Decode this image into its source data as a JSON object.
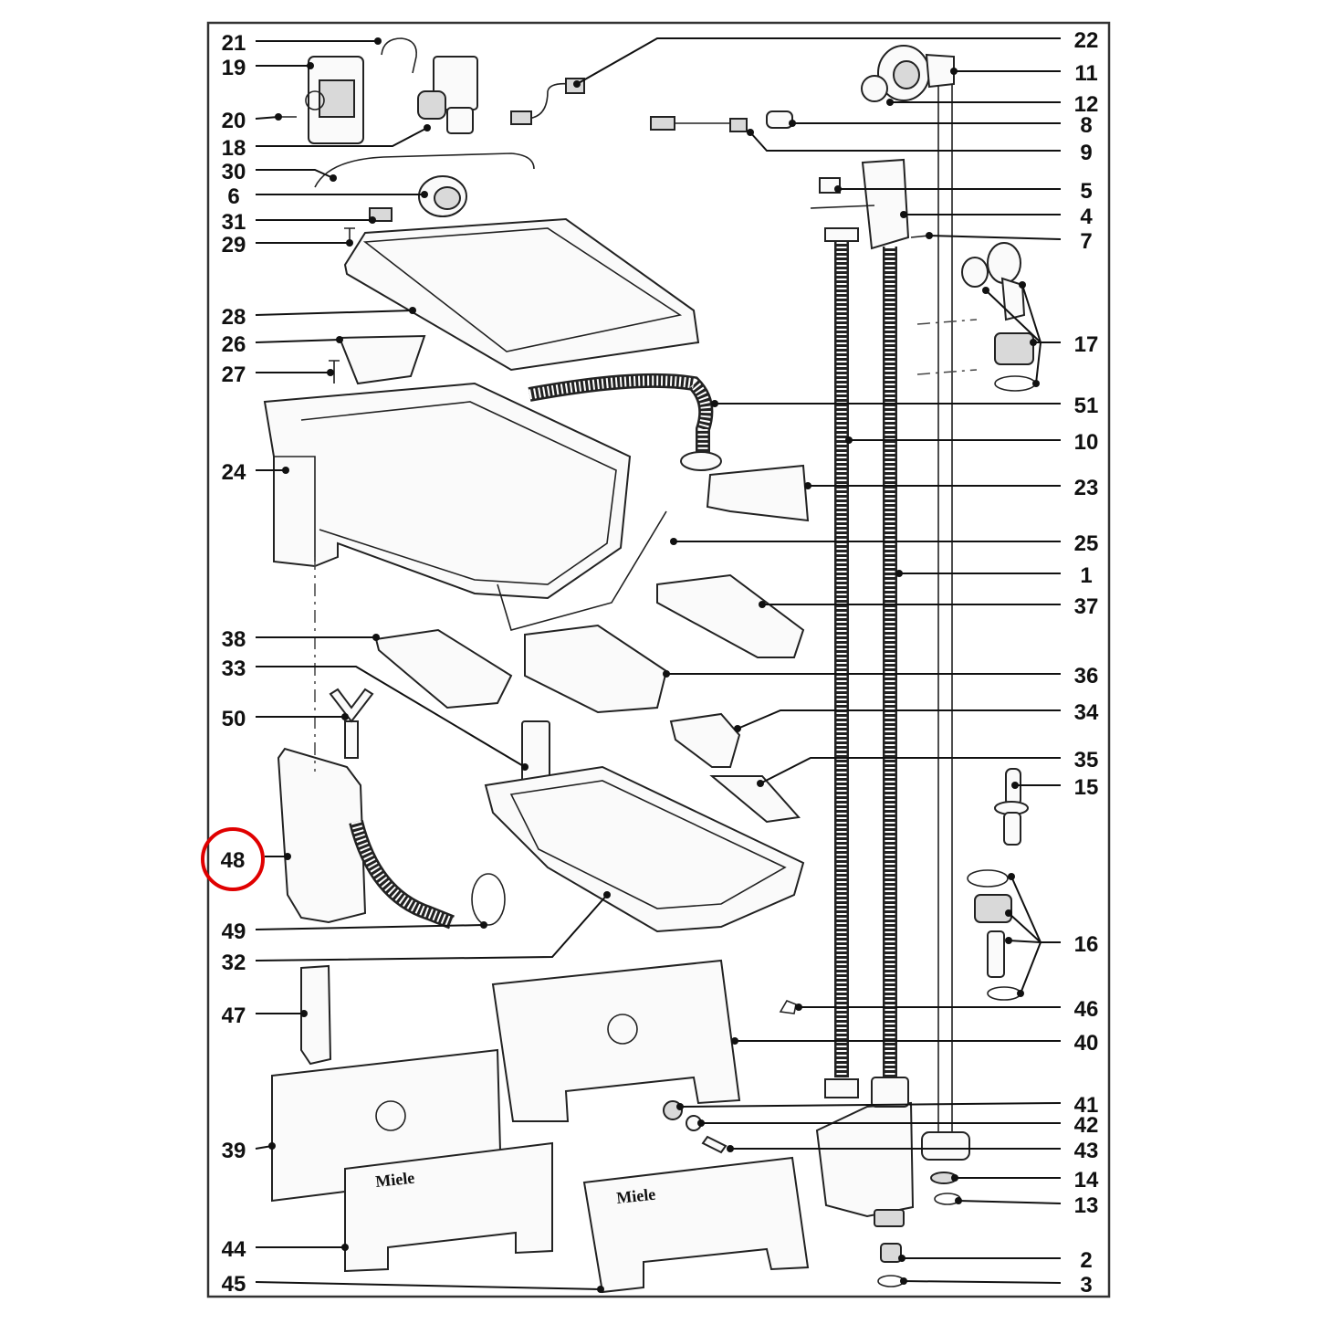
{
  "highlighted_part": "48",
  "brand_text": "Miele",
  "callouts": [
    {
      "id": "21"
    },
    {
      "id": "19"
    },
    {
      "id": "20"
    },
    {
      "id": "18"
    },
    {
      "id": "30"
    },
    {
      "id": "6"
    },
    {
      "id": "31"
    },
    {
      "id": "29"
    },
    {
      "id": "28"
    },
    {
      "id": "26"
    },
    {
      "id": "27"
    },
    {
      "id": "24"
    },
    {
      "id": "38"
    },
    {
      "id": "33"
    },
    {
      "id": "50"
    },
    {
      "id": "48"
    },
    {
      "id": "49"
    },
    {
      "id": "32"
    },
    {
      "id": "47"
    },
    {
      "id": "39"
    },
    {
      "id": "44"
    },
    {
      "id": "45"
    },
    {
      "id": "22"
    },
    {
      "id": "11"
    },
    {
      "id": "12"
    },
    {
      "id": "8"
    },
    {
      "id": "9"
    },
    {
      "id": "5"
    },
    {
      "id": "4"
    },
    {
      "id": "7"
    },
    {
      "id": "17"
    },
    {
      "id": "51"
    },
    {
      "id": "10"
    },
    {
      "id": "23"
    },
    {
      "id": "25"
    },
    {
      "id": "1"
    },
    {
      "id": "37"
    },
    {
      "id": "36"
    },
    {
      "id": "34"
    },
    {
      "id": "35"
    },
    {
      "id": "15"
    },
    {
      "id": "16"
    },
    {
      "id": "46"
    },
    {
      "id": "40"
    },
    {
      "id": "41"
    },
    {
      "id": "42"
    },
    {
      "id": "43"
    },
    {
      "id": "14"
    },
    {
      "id": "13"
    },
    {
      "id": "2"
    },
    {
      "id": "3"
    }
  ]
}
